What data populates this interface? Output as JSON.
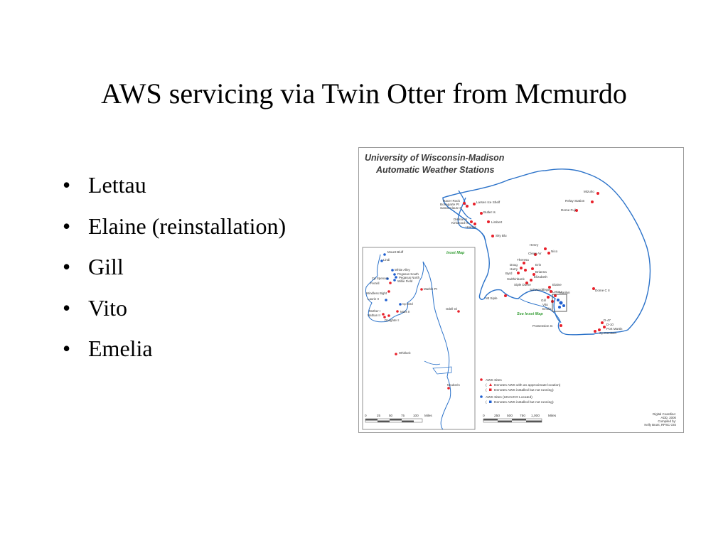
{
  "slide": {
    "title": "AWS servicing via Twin Otter from Mcmurdo",
    "bullets": [
      "Lettau",
      "Elaine (reinstallation)",
      "Gill",
      "Vito",
      "Emelia"
    ]
  },
  "map": {
    "title_line1": "University of Wisconsin-Madison",
    "title_line2": "Automatic Weather Stations",
    "inset_title": "Inset Map",
    "see_inset": "See Inset Map",
    "colors": {
      "aws_site": "#e8202a",
      "unavco_site": "#1f5fd0",
      "coast": "#2b72c9",
      "green_label": "#3aa03a",
      "title": "#3a3a3a"
    },
    "stations": [
      {
        "name": "Racer Rock"
      },
      {
        "name": "Bonaparte Pt"
      },
      {
        "name": "Santa Claus Is"
      },
      {
        "name": "Larsen Ice Shelf"
      },
      {
        "name": "Butler Is"
      },
      {
        "name": "Dismal Is"
      },
      {
        "name": "Kirkwood Is"
      },
      {
        "name": "Limbert"
      },
      {
        "name": "Uranus"
      },
      {
        "name": "Sky Blu"
      },
      {
        "name": "Mizuho"
      },
      {
        "name": "Relay Station"
      },
      {
        "name": "Dome Fuji"
      },
      {
        "name": "Henry"
      },
      {
        "name": "Nico"
      },
      {
        "name": "Clean Air"
      },
      {
        "name": "Theresa"
      },
      {
        "name": "Doug"
      },
      {
        "name": "Harry"
      },
      {
        "name": "Byrd"
      },
      {
        "name": "Erin"
      },
      {
        "name": "Brianna"
      },
      {
        "name": "Elizabeth"
      },
      {
        "name": "Swithinbank"
      },
      {
        "name": "Siple Dome"
      },
      {
        "name": "Elaine"
      },
      {
        "name": "Lettau"
      },
      {
        "name": "Gill"
      },
      {
        "name": "Vito"
      },
      {
        "name": "Emilia"
      },
      {
        "name": "Schwerdtfeger"
      },
      {
        "name": "Marilyn"
      },
      {
        "name": "Mt Siple"
      },
      {
        "name": "Dome C II"
      },
      {
        "name": "Possession Is"
      },
      {
        "name": "D-47"
      },
      {
        "name": "D-10"
      },
      {
        "name": "Port Martin"
      },
      {
        "name": "Cp Denison"
      }
    ],
    "inset_stations": [
      {
        "name": "Mount Bluff"
      },
      {
        "name": "Lindi"
      },
      {
        "name": "White Alley"
      },
      {
        "name": "Pegasus South"
      },
      {
        "name": "Pegasus North"
      },
      {
        "name": "Willie Field"
      },
      {
        "name": "Cp Spencer"
      },
      {
        "name": "Ferrell"
      },
      {
        "name": "Marble Pt"
      },
      {
        "name": "Windless Bight"
      },
      {
        "name": "Laurie II"
      },
      {
        "name": "Cp Bird"
      },
      {
        "name": "Mother I"
      },
      {
        "name": "Nathan II"
      },
      {
        "name": "Mark II"
      },
      {
        "name": "Daughter I"
      },
      {
        "name": "Odell Gl"
      },
      {
        "name": "Whitlock"
      },
      {
        "name": "Neuberin"
      }
    ],
    "legend": {
      "aws_sites": "AWS Sites",
      "approx": "Denotes AWS with an approximate location)",
      "not_running": "Denotes AWS installed but not running)",
      "unavco": "AWS Sites (UNAVCO Located)",
      "unavco_not_running": "Denotes AWS installed but not running)"
    },
    "inset_scale": {
      "ticks": [
        "0",
        "25",
        "50",
        "75",
        "100"
      ],
      "unit": "Miles"
    },
    "main_scale": {
      "ticks": [
        "0",
        "250",
        "500",
        "750",
        "1,000"
      ],
      "unit": "Miles"
    },
    "credits": [
      "Digital Coastline:",
      "ADD, 2000",
      "Compiled by:",
      "Kelly Brunt, RPSC GIS"
    ]
  }
}
